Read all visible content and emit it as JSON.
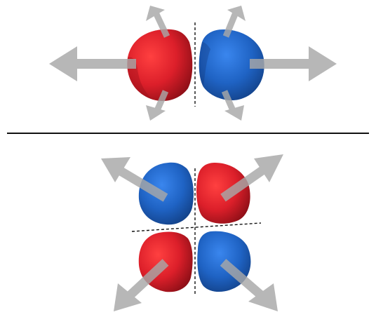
{
  "colors": {
    "background": "#ffffff",
    "positive_lobe": "#d81e28",
    "negative_lobe": "#1f63c4",
    "arrow": "#a8a8a8",
    "separator": "#111111",
    "nodal_line": "#111111"
  },
  "panels": [
    {
      "name": "top-panel",
      "lobes": [
        {
          "name": "left",
          "phase": "positive"
        },
        {
          "name": "right",
          "phase": "negative"
        }
      ],
      "arrows": [
        "left-outward",
        "right-outward",
        "up-left",
        "up-right",
        "down-left",
        "down-right"
      ]
    },
    {
      "name": "bottom-panel",
      "lobes": [
        {
          "name": "top-left",
          "phase": "negative"
        },
        {
          "name": "top-right",
          "phase": "positive"
        },
        {
          "name": "bottom-left",
          "phase": "positive"
        },
        {
          "name": "bottom-right",
          "phase": "negative"
        }
      ],
      "arrows": [
        "top-left-outward",
        "top-right-outward",
        "bottom-left-outward",
        "bottom-right-outward"
      ]
    }
  ]
}
